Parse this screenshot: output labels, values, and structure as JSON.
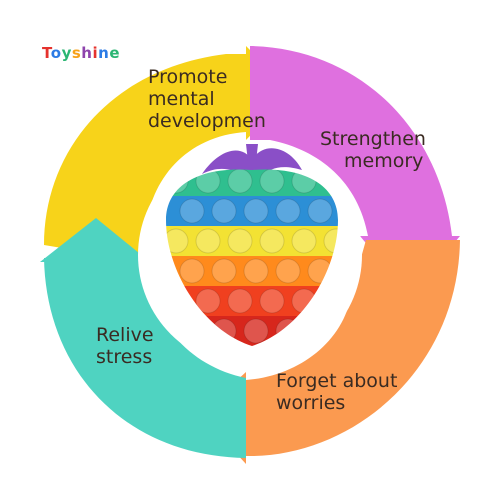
{
  "brand": {
    "logo_text": [
      "T",
      "o",
      "y",
      "s",
      "h",
      "i",
      "n",
      "e"
    ]
  },
  "segments": [
    {
      "id": "promote",
      "lines": [
        "Promote",
        "mental",
        "developmen"
      ],
      "color": "#f7d31a"
    },
    {
      "id": "strengthen",
      "lines": [
        "Strengthen",
        "memory"
      ],
      "color": "#df70df"
    },
    {
      "id": "forget",
      "lines": [
        "Forget about",
        "worries"
      ],
      "color": "#fb9a50"
    },
    {
      "id": "relive",
      "lines": [
        "Relive",
        "stress"
      ],
      "color": "#4fd3c1"
    }
  ],
  "center_icon": "strawberry-pop-it-toy-icon",
  "icon_colors": {
    "leaf": "#8a4fc7",
    "rows": [
      "#2fbf8f",
      "#2c8fd6",
      "#f3e233",
      "#ff8a1c",
      "#f0401f",
      "#d7261c"
    ]
  }
}
